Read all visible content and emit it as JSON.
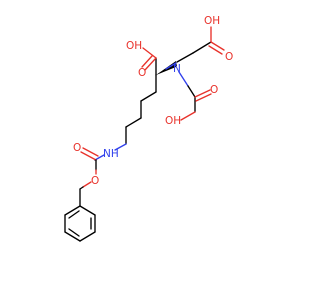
{
  "molecule": {
    "labels": {
      "cooh_top_right": "OH",
      "cooh_top_right_o": "O",
      "cooh_alpha": "OH",
      "cooh_alpha_o": "O",
      "cooh_lower_right": "OH",
      "cooh_lower_right_o": "O",
      "amine_n": "N",
      "carbamate_nh": "NH",
      "carbamate_o_double": "O",
      "carbamate_o_ester": "O"
    },
    "colors": {
      "oxygen": "#e8322b",
      "nitrogen": "#3040ec",
      "carbon": "#000000",
      "background": "#ffffff"
    }
  }
}
